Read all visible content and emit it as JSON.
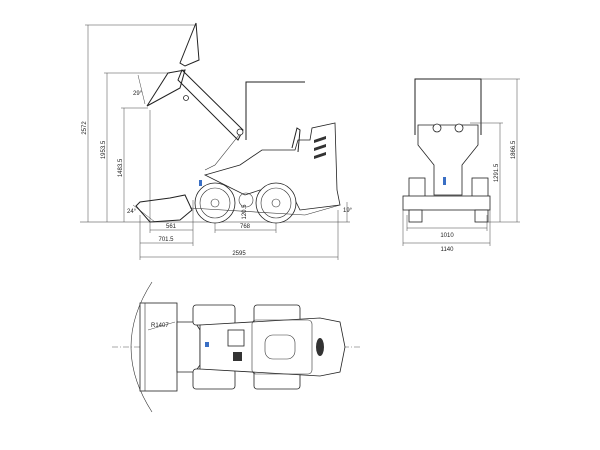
{
  "drawing": {
    "side_view": {
      "dimensions": {
        "max_height": "2572",
        "hinge_height": "1953.5",
        "dump_height": "1483.5",
        "dump_angle": "29°",
        "rollback_angle": "24°",
        "departure_angle": "19°",
        "ground_clearance": "120.5",
        "reach": "561",
        "wheelbase": "768",
        "bucket_front": "701.5",
        "overall_length": "2595"
      }
    },
    "front_view": {
      "dimensions": {
        "overall_height": "1866.5",
        "body_height": "1291.5",
        "track_width": "1010",
        "overall_width": "1140"
      }
    },
    "top_view": {
      "dimensions": {
        "turning_radius": "R1407"
      }
    },
    "colors": {
      "line": "#222222",
      "accent": "#3a6fc4"
    }
  }
}
